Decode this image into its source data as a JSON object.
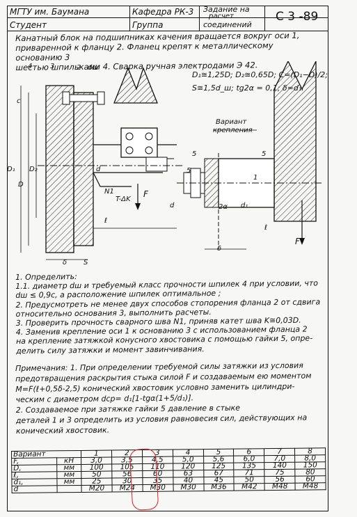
{
  "header": {
    "school": "МГТУ им. Баумана",
    "dept": "Кафедра РК-3",
    "task_line1": "Задание на",
    "task_line2": "расчет",
    "task_line3": "соединений",
    "code": "С 3 -89",
    "student": "Студент",
    "group": "Группа"
  },
  "intro": "Канатный блок на подшипниках качения вращается вокруг оси 1,\nприваренной к фланцу 2. Фланец крепят к металлическому основанию 3\nшестью шпильками 4. Сварка ручная электродами Э 42.",
  "formulas": {
    "line1": "D₁≅1,25D;  D₂≅0,65D; C=(D₁−D)/2;",
    "line2": "S≅1,5d_ш;  tg2α = 0,1;  δ=d₁."
  },
  "drawing": {
    "n4": "4",
    "n3": "3",
    "n2": "2",
    "dw": "dш",
    "c": "c",
    "d1": "D₁",
    "d": "D",
    "d2": "D₂",
    "delta": "δ",
    "s": "S",
    "l": "ℓ",
    "k": "T-ΔK",
    "n1": "N1",
    "f": "F",
    "dd": "d",
    "variant_title": "Вариант",
    "variant_sub": "крепления",
    "sec5a": "5",
    "sec5b": "5",
    "n5": "5",
    "n1b": "1",
    "alpha": "2α",
    "dd1": "d₁",
    "dd2": "d",
    "l2": "ℓ",
    "delta2": "δ",
    "f2": "F"
  },
  "tasks": "1. Определить:\n1.1. диаметр dш и требуемый класс прочности шпилек 4 при условии, что\ndш ≤ 0,9c, а расположение шпилек оптимальное ;\n2. Предусмотреть не менее двух способов стопорения фланца 2 от сдвига\nотносительно основания 3, выполнить расчеты.\n3. Проверить прочность сварного шва N1, приняв катет шва K≅0,03D.\n4. Заменив крепление оси 1 к основанию 3 с использованием фланца 2\nна крепление затяжкой конусного хвостовика с помощью гайки 5, опре-\nделить силу затяжки и момент завинчивания.",
  "notes": "Примечания: 1. При определении требуемой силы затяжки из условия\nпредотвращения раскрытия стыка силой F и создаваемым ею моментом\nM=F(ℓ+0,5δ-2,5) конический хвостовик условно заменить цилиндри-\nческим с диаметром dср= d₁[1-tgα(1+5/d₁)].\n2. Создаваемое при затяжке гайки 5 давление в стыке\nдеталей 1 и 3 определить из условия равновесия сил, действующих на\nконический хвостовик.",
  "table": {
    "header": [
      "Вариант",
      "",
      "1",
      "2",
      "3",
      "4",
      "5",
      "6",
      "7",
      "8"
    ],
    "rows": [
      [
        "F,",
        "кН",
        "3,0",
        "3,5",
        "4,5",
        "5,0",
        "5,6",
        "6,0",
        "7,0",
        "8,0"
      ],
      [
        "D,",
        "мм",
        "100",
        "105",
        "110",
        "120",
        "125",
        "135",
        "140",
        "150"
      ],
      [
        "ℓ,",
        "мм",
        "50",
        "56",
        "60",
        "63",
        "67",
        "71",
        "75",
        "80"
      ],
      [
        "d₁,",
        "мм",
        "25",
        "30",
        "35",
        "40",
        "45",
        "50",
        "56",
        "60"
      ],
      [
        "d",
        "",
        "М20",
        "М24",
        "М30",
        "М30",
        "М36",
        "М42",
        "М48",
        "М48"
      ]
    ]
  }
}
